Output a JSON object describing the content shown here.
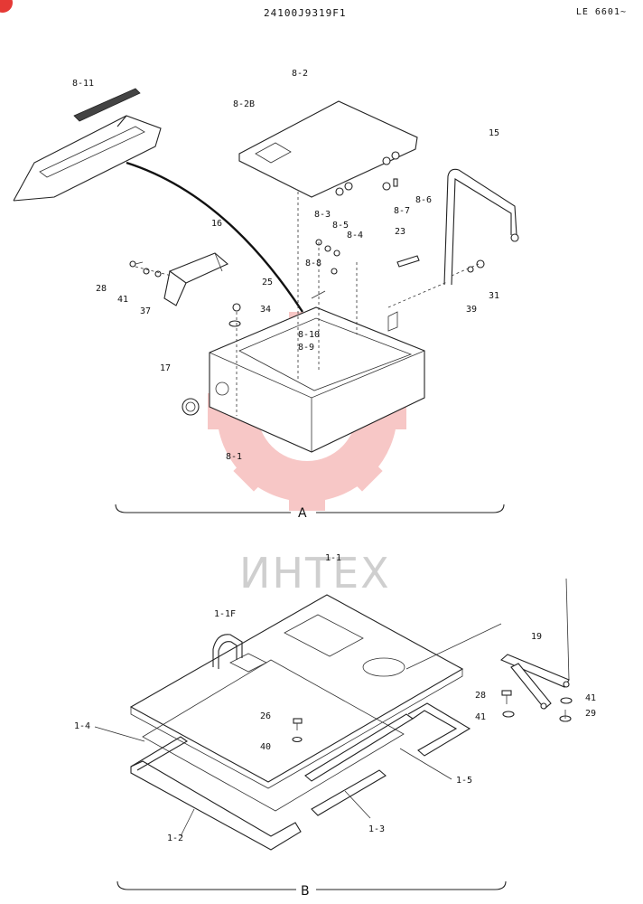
{
  "header": {
    "doc_code": "24100J9319F1",
    "serial_range": "LE 6601~"
  },
  "watermark": {
    "text": "ИНТЕХ",
    "color": "#e53935"
  },
  "sections": {
    "a": "A",
    "b": "B"
  },
  "parts_a": {
    "p8_11": "8-11",
    "p8_2": "8-2",
    "p8_2b": "8-2B",
    "p15": "15",
    "p8_3": "8-3",
    "p8_5": "8-5",
    "p8_4": "8-4",
    "p8_6": "8-6",
    "p8_7": "8-7",
    "p23": "23",
    "p16": "16",
    "p8_8": "8-8",
    "p28": "28",
    "p41": "41",
    "p37": "37",
    "p25": "25",
    "p34": "34",
    "p31": "31",
    "p39": "39",
    "p8_10": "8-10",
    "p8_9": "8-9",
    "p17": "17",
    "p8_1": "8-1"
  },
  "parts_b": {
    "p1_1": "1-1",
    "p1_1f": "1-1F",
    "p19": "19",
    "p28": "28",
    "p41a": "41",
    "p41b": "41",
    "p29": "29",
    "p26": "26",
    "p40": "40",
    "p1_4": "1-4",
    "p1_5": "1-5",
    "p1_3": "1-3",
    "p1_2": "1-2"
  }
}
